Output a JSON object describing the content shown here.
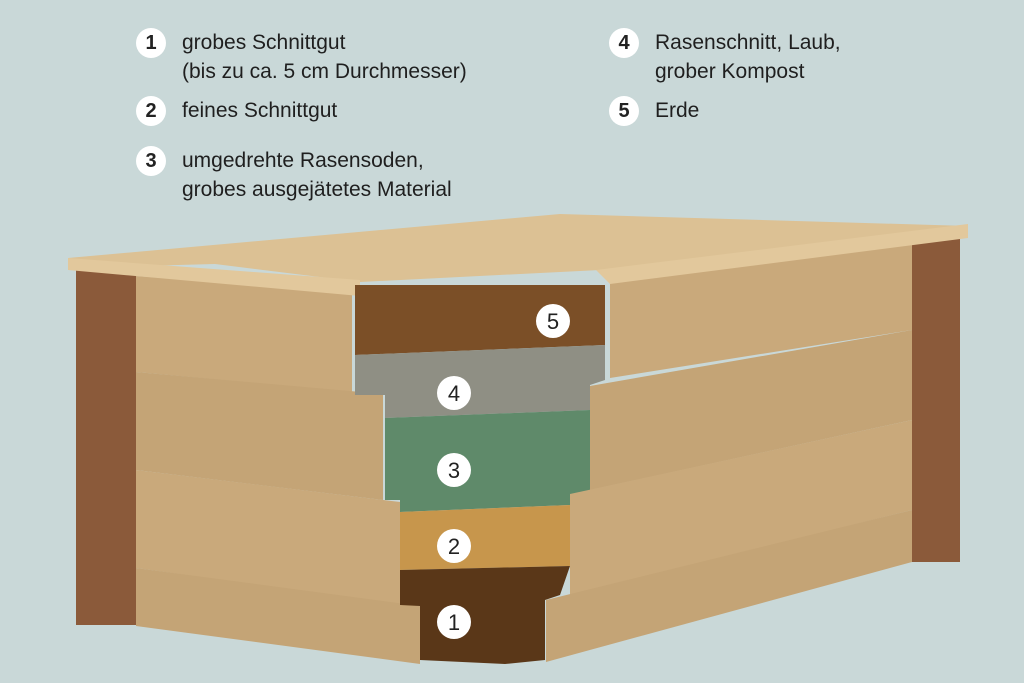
{
  "legend": [
    {
      "num": "1",
      "lines": [
        "grobes Schnittgut",
        "(bis zu ca. 5 cm Durchmesser)"
      ]
    },
    {
      "num": "2",
      "lines": [
        "feines Schnittgut"
      ]
    },
    {
      "num": "3",
      "lines": [
        "umgedrehte Rasensoden,",
        "grobes ausgejätetes Material"
      ]
    },
    {
      "num": "4",
      "lines": [
        "Rasenschnitt, Laub,",
        "grober Kompost"
      ]
    },
    {
      "num": "5",
      "lines": [
        "Erde"
      ]
    }
  ],
  "layers": [
    {
      "num": "5",
      "color": "#7b4f27"
    },
    {
      "num": "4",
      "color": "#8f8f84"
    },
    {
      "num": "3",
      "color": "#5f8a6a"
    },
    {
      "num": "2",
      "color": "#c7964c"
    },
    {
      "num": "1",
      "color": "#5a3718"
    }
  ],
  "colors": {
    "background": "#c9d8d8",
    "wood": "#c9a97b",
    "wood_top": "#dcc194",
    "post": "#8b5a3a"
  }
}
